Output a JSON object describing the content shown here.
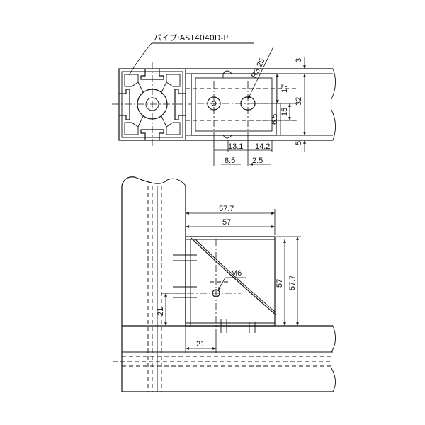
{
  "top_view": {
    "pipe_label": "パイプ:AST4040D-P",
    "radius": "R3.25",
    "dims_right": [
      "3",
      "17",
      "32",
      "6.5",
      "15",
      "5"
    ],
    "dims_bottom": [
      "13.1",
      "14.2",
      "8.5",
      "2.5"
    ]
  },
  "bottom_view": {
    "width_outer": "57.7",
    "width_inner": "57",
    "height_inner": "57",
    "height_outer": "57.7",
    "screw": "M6",
    "offset_v": "21",
    "offset_h": "21"
  }
}
